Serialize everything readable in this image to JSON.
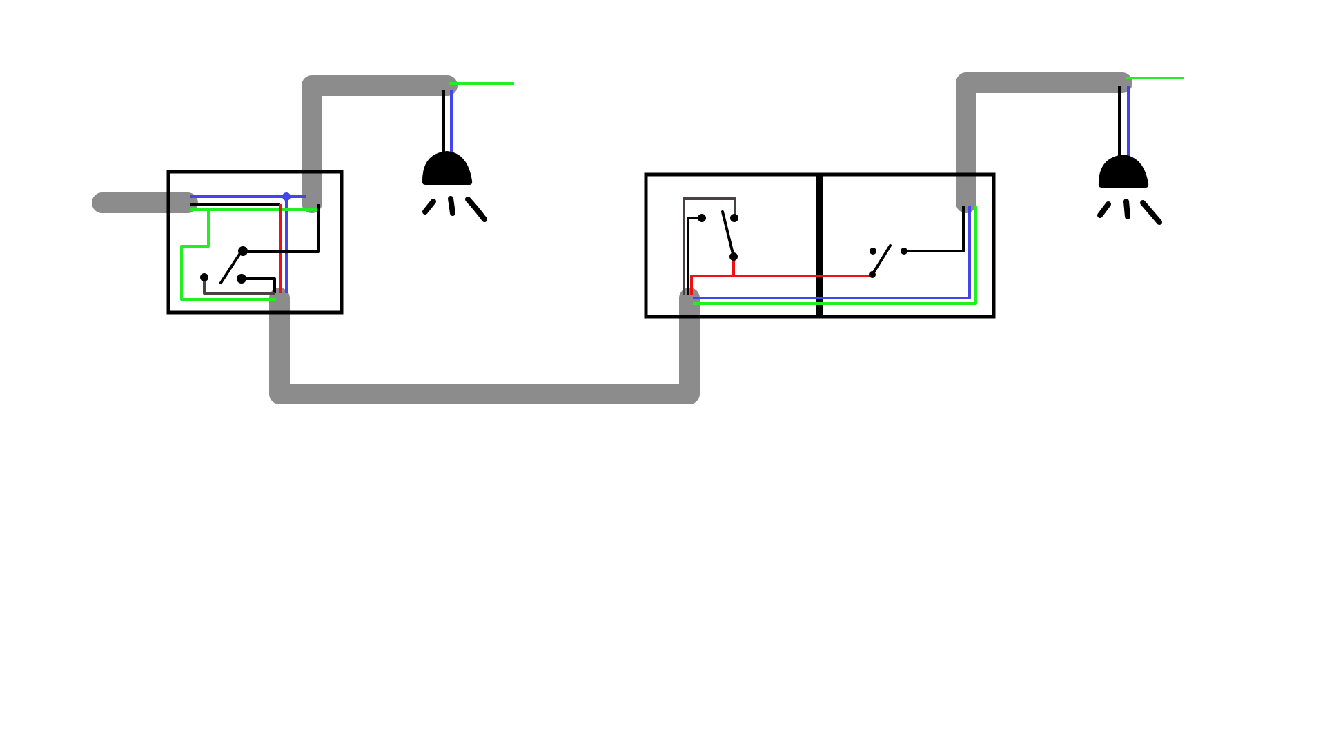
{
  "diagram": {
    "components": [
      {
        "name": "switch-box-left",
        "kind": "wall-switch-box"
      },
      {
        "name": "switch-box-middle",
        "kind": "wall-switch-box"
      },
      {
        "name": "switch-box-right",
        "kind": "wall-switch-box"
      },
      {
        "name": "lamp-left",
        "kind": "ceiling-lamp"
      },
      {
        "name": "lamp-right",
        "kind": "ceiling-lamp"
      }
    ],
    "colors": {
      "background": "#ffffff",
      "conduit": "#8c8c8c",
      "box_outline": "#000000",
      "wire_black": "#000000",
      "wire_gray": "#4a4040",
      "wire_blue": "#4444ee",
      "wire_green": "#22ee22",
      "wire_red": "#ee1111",
      "lamp": "#000000"
    }
  }
}
